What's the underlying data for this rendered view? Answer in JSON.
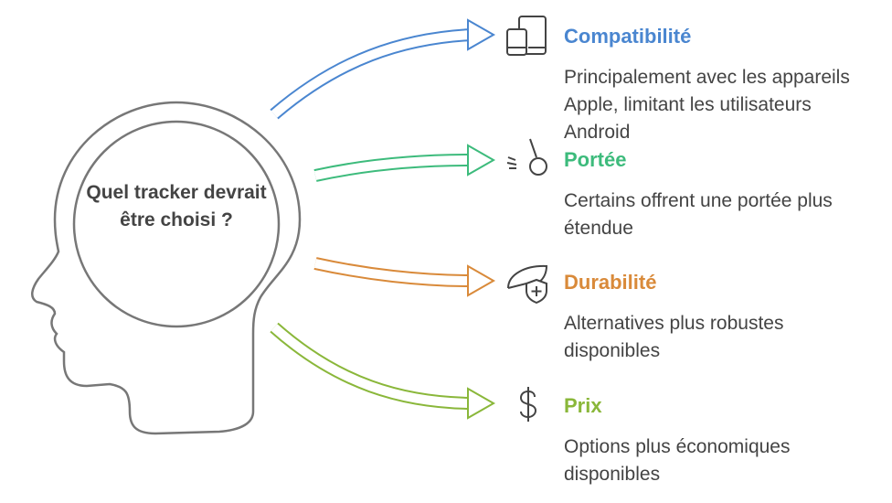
{
  "center": {
    "question": "Quel tracker devrait être choisi ?"
  },
  "items": [
    {
      "title": "Compatibilité",
      "description": "Principalement avec les appareils Apple, limitant les utilisateurs Android",
      "color": "#4a86d0",
      "icon": "devices-icon"
    },
    {
      "title": "Portée",
      "description": "Certains offrent une portée plus étendue",
      "color": "#3dbb7c",
      "icon": "wrecking-ball-icon"
    },
    {
      "title": "Durabilité",
      "description": "Alternatives plus robustes disponibles",
      "color": "#d98a3a",
      "icon": "leaf-shield-icon"
    },
    {
      "title": "Prix",
      "description": "Options plus économiques disponibles",
      "color": "#8ab73a",
      "icon": "dollar-icon"
    }
  ]
}
